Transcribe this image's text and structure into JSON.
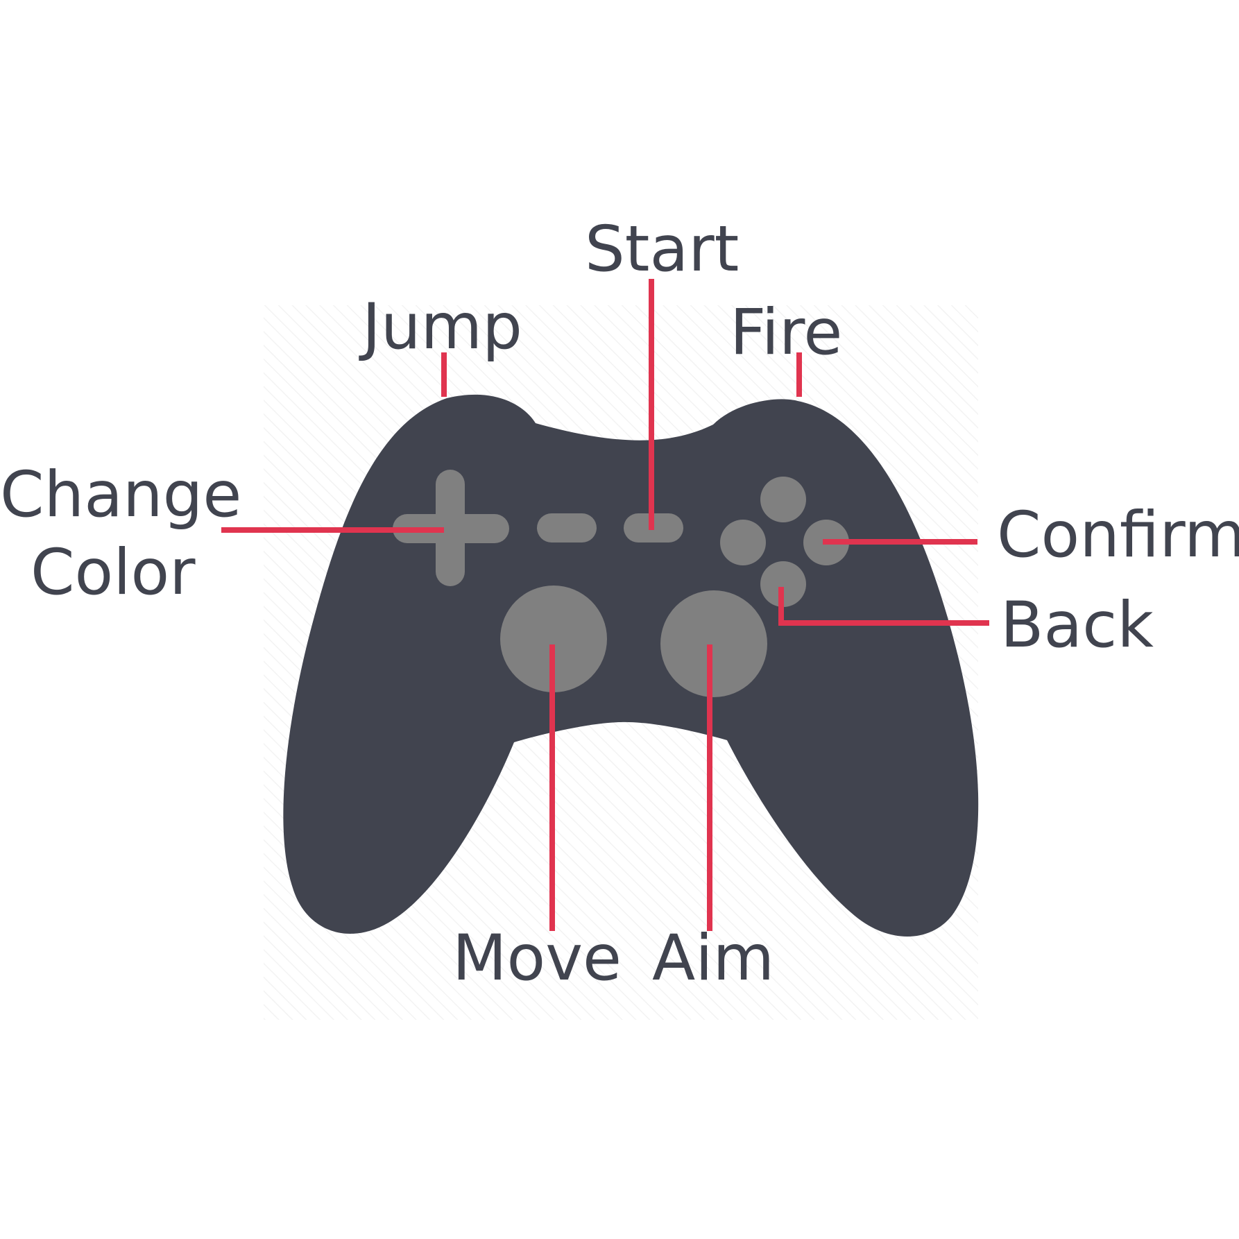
{
  "labels": {
    "start": "Start",
    "jump": "Jump",
    "fire": "Fire",
    "change_color_line1": "Change",
    "change_color_line2": "Color",
    "confirm": "Confirm",
    "back": "Back",
    "move": "Move",
    "aim": "Aim"
  },
  "colors": {
    "controller_body": "#41444f",
    "buttons": "#808080",
    "callout_lines": "#e0344f",
    "label_text": "#41444f",
    "background": "#ffffff"
  },
  "icons": [
    "gamepad-icon",
    "dpad-icon",
    "face-buttons-icon",
    "thumbstick-icon"
  ]
}
